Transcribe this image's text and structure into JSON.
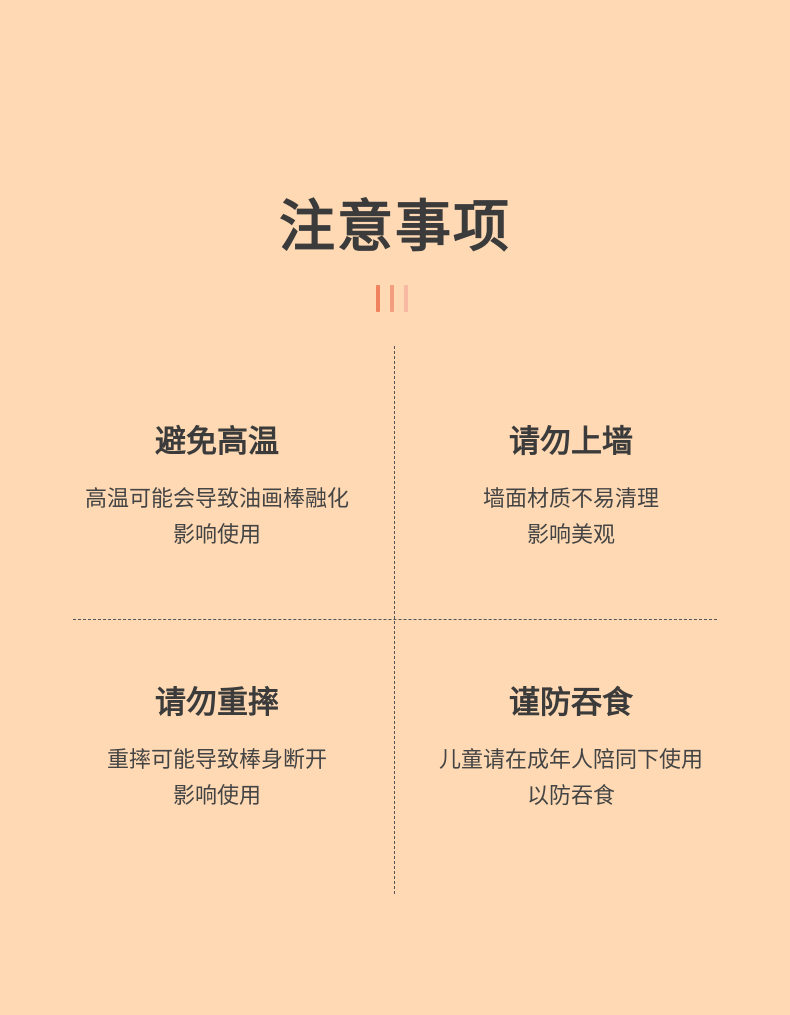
{
  "title": "注意事项",
  "accent_colors": [
    "#F0825E",
    "#F39C7F",
    "#F7B9A1"
  ],
  "background_color": "#FED9B3",
  "notices": [
    {
      "heading": "避免高温",
      "lines": [
        "高温可能会导致油画棒融化",
        "影响使用"
      ]
    },
    {
      "heading": "请勿上墙",
      "lines": [
        "墙面材质不易清理",
        "影响美观"
      ]
    },
    {
      "heading": "请勿重摔",
      "lines": [
        "重摔可能导致棒身断开",
        "影响使用"
      ]
    },
    {
      "heading": "谨防吞食",
      "lines": [
        "儿童请在成年人陪同下使用",
        "以防吞食"
      ]
    }
  ]
}
